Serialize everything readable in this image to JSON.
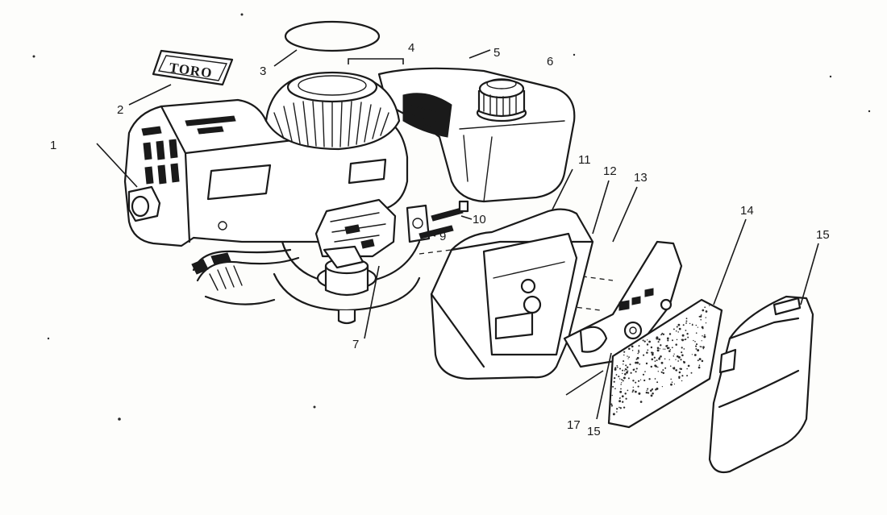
{
  "brand_label": "TORO",
  "callouts": [
    {
      "id": "c1",
      "text": "1"
    },
    {
      "id": "c2",
      "text": "2"
    },
    {
      "id": "c3",
      "text": "3"
    },
    {
      "id": "c4",
      "text": "4"
    },
    {
      "id": "c5",
      "text": "5"
    },
    {
      "id": "c6",
      "text": "6"
    },
    {
      "id": "c7",
      "text": "7"
    },
    {
      "id": "c9",
      "text": "9"
    },
    {
      "id": "c10",
      "text": "10"
    },
    {
      "id": "c11",
      "text": "11"
    },
    {
      "id": "c12",
      "text": "12"
    },
    {
      "id": "c13",
      "text": "13"
    },
    {
      "id": "c14",
      "text": "14"
    },
    {
      "id": "c15a",
      "text": "15"
    },
    {
      "id": "c15b",
      "text": "15"
    },
    {
      "id": "c17",
      "text": "17"
    }
  ]
}
